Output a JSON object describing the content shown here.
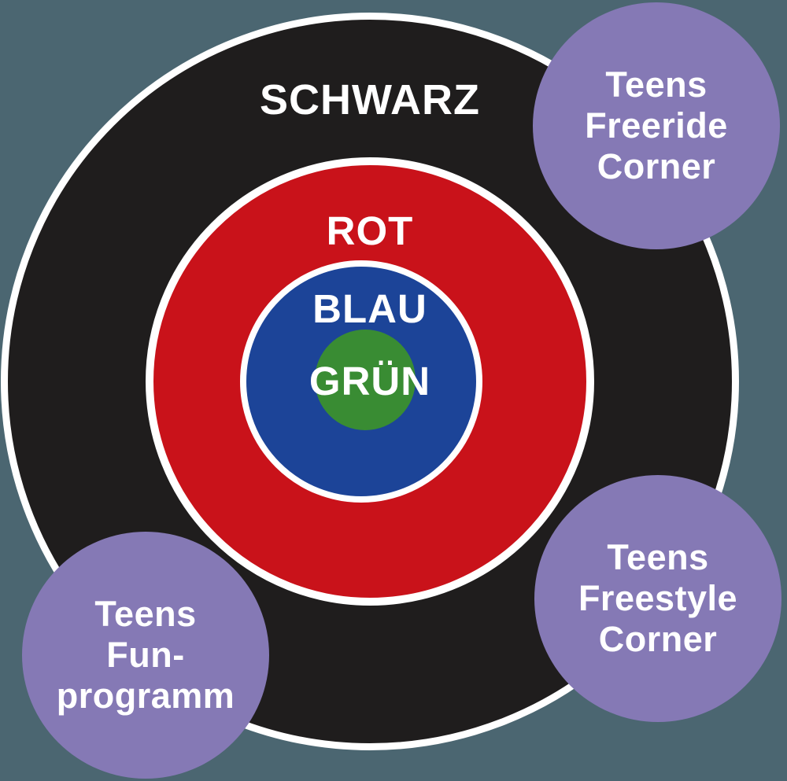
{
  "figure": {
    "background_color": "#4B6671",
    "outline_color": "#FFFFFF",
    "text_color": "#FFFFFF",
    "rings": [
      {
        "label": "SCHWARZ",
        "color": "#1F1D1D"
      },
      {
        "label": "ROT",
        "color": "#C9121A"
      },
      {
        "label": "BLAU",
        "color": "#1C4498"
      },
      {
        "label": "GRÜN",
        "color": "#398C33"
      }
    ],
    "satellites": [
      {
        "lines": [
          "Teens",
          "Freeride",
          "Corner"
        ],
        "color": "#8579B5"
      },
      {
        "lines": [
          "Teens",
          "Freestyle",
          "Corner"
        ],
        "color": "#8579B5"
      },
      {
        "lines": [
          "Teens",
          "Fun-",
          "programm"
        ],
        "color": "#8579B5"
      }
    ]
  }
}
